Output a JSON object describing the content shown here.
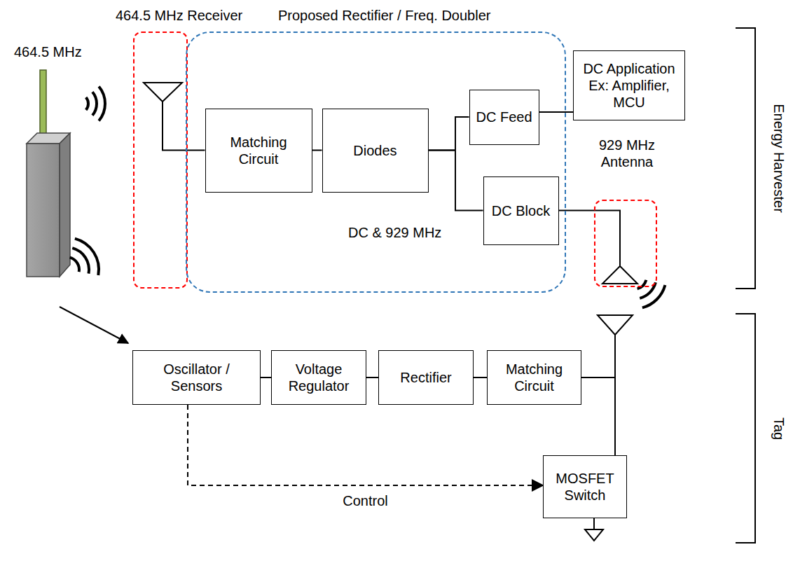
{
  "diagram": {
    "nodes": [
      {
        "text": [
          "464.5 MHz Receiver"
        ]
      },
      {
        "text": [
          "Proposed Rectifier / Freq. Doubler"
        ]
      },
      {
        "text": [
          "Matching Circuit"
        ],
        "in": 1
      },
      {
        "text": [
          "Diodes"
        ],
        "in": 1
      },
      {
        "text": [
          "DC Feed"
        ],
        "in": 1
      },
      {
        "text": [
          "DC Application Ex: Amplifier, MCU"
        ]
      },
      {
        "text": [
          "DC Block"
        ],
        "in": 1
      },
      {
        "text": [
          "929 MHz Antenna"
        ]
      },
      {
        "text": [
          "Oscillator / Sensors"
        ]
      },
      {
        "text": [
          "Voltage Regulator"
        ]
      },
      {
        "text": [
          "Rectifier"
        ]
      },
      {
        "text": [
          "Matching Circuit"
        ]
      },
      {
        "text": [
          "MOSFET Switch"
        ]
      }
    ],
    "edges": [
      {
        "from": 0,
        "to": 2,
        "arrow": "none"
      },
      {
        "from": 2,
        "to": 3,
        "arrow": "none"
      },
      {
        "from": 3,
        "to": 4,
        "arrow": "none"
      },
      {
        "from": 3,
        "to": 6,
        "arrow": "none"
      },
      {
        "from": 4,
        "to": 5,
        "arrow": "none"
      },
      {
        "from": 6,
        "to": 7,
        "arrow": "none"
      },
      {
        "from": 8,
        "to": 9,
        "arrow": "none"
      },
      {
        "from": 9,
        "to": 10,
        "arrow": "none"
      },
      {
        "from": 10,
        "to": 11,
        "arrow": "none"
      },
      {
        "from": 11,
        "to": 12,
        "arrow": "none"
      },
      {
        "from": 8,
        "to": 12,
        "label": "Control",
        "arrow": "to"
      }
    ],
    "labels": [
      "464.5 MHz",
      "DC & 929 MHz",
      "Energy Harvester",
      "Tag"
    ]
  }
}
